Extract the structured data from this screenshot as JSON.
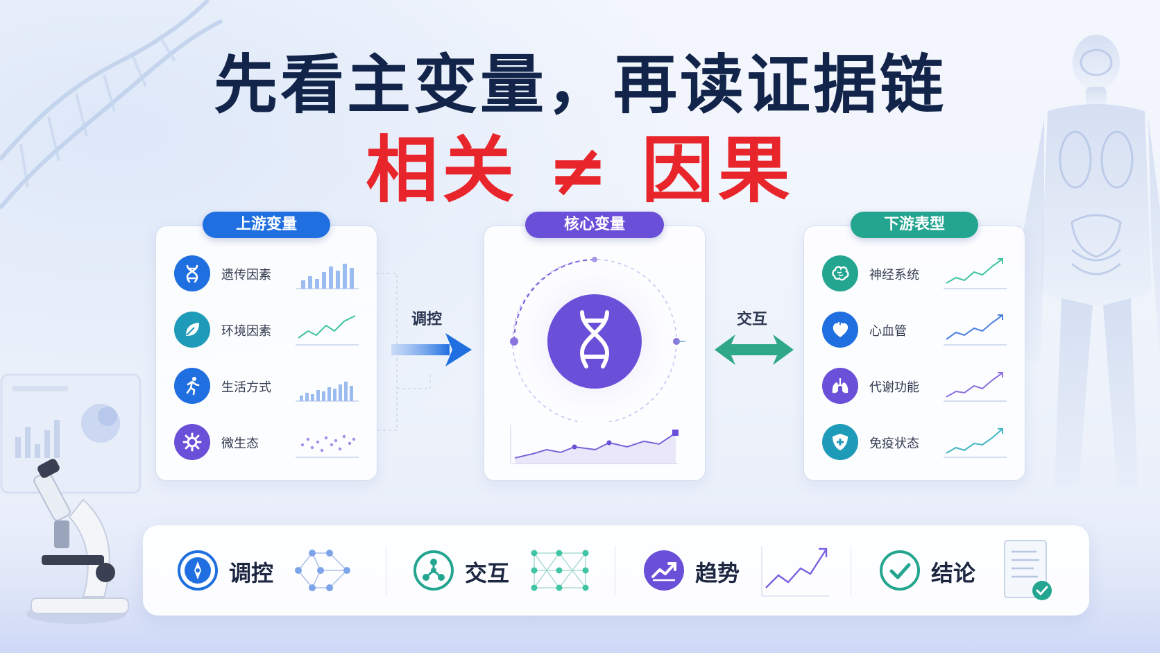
{
  "title": {
    "line1": "先看主变量，再读证据链",
    "line2": "相关 ≠ 因果"
  },
  "colors": {
    "title_navy": "#12244a",
    "title_red": "#e8252a",
    "upstream_blue": "#1f6fe0",
    "core_purple": "#6a4fd8",
    "downstream_teal": "#23a58f"
  },
  "upstream": {
    "header": "上游变量",
    "items": [
      {
        "label": "遗传因素",
        "icon": "dna-icon",
        "chart": "bar"
      },
      {
        "label": "环境因素",
        "icon": "leaf-icon",
        "chart": "line"
      },
      {
        "label": "生活方式",
        "icon": "runner-icon",
        "chart": "bar"
      },
      {
        "label": "微生态",
        "icon": "microbe-icon",
        "chart": "scatter"
      }
    ]
  },
  "core": {
    "header": "核心变量",
    "icon": "dna-icon"
  },
  "downstream": {
    "header": "下游表型",
    "items": [
      {
        "label": "神经系统",
        "icon": "brain-icon"
      },
      {
        "label": "心血管",
        "icon": "heart-icon"
      },
      {
        "label": "代谢功能",
        "icon": "lungs-icon"
      },
      {
        "label": "免疫状态",
        "icon": "shield-icon"
      }
    ]
  },
  "arrows": {
    "left_label": "调控",
    "right_label": "交互"
  },
  "bottom_bar": [
    {
      "label": "调控",
      "icon": "compass-icon"
    },
    {
      "label": "交互",
      "icon": "network-icon"
    },
    {
      "label": "趋势",
      "icon": "trend-icon"
    },
    {
      "label": "结论",
      "icon": "check-icon"
    }
  ]
}
